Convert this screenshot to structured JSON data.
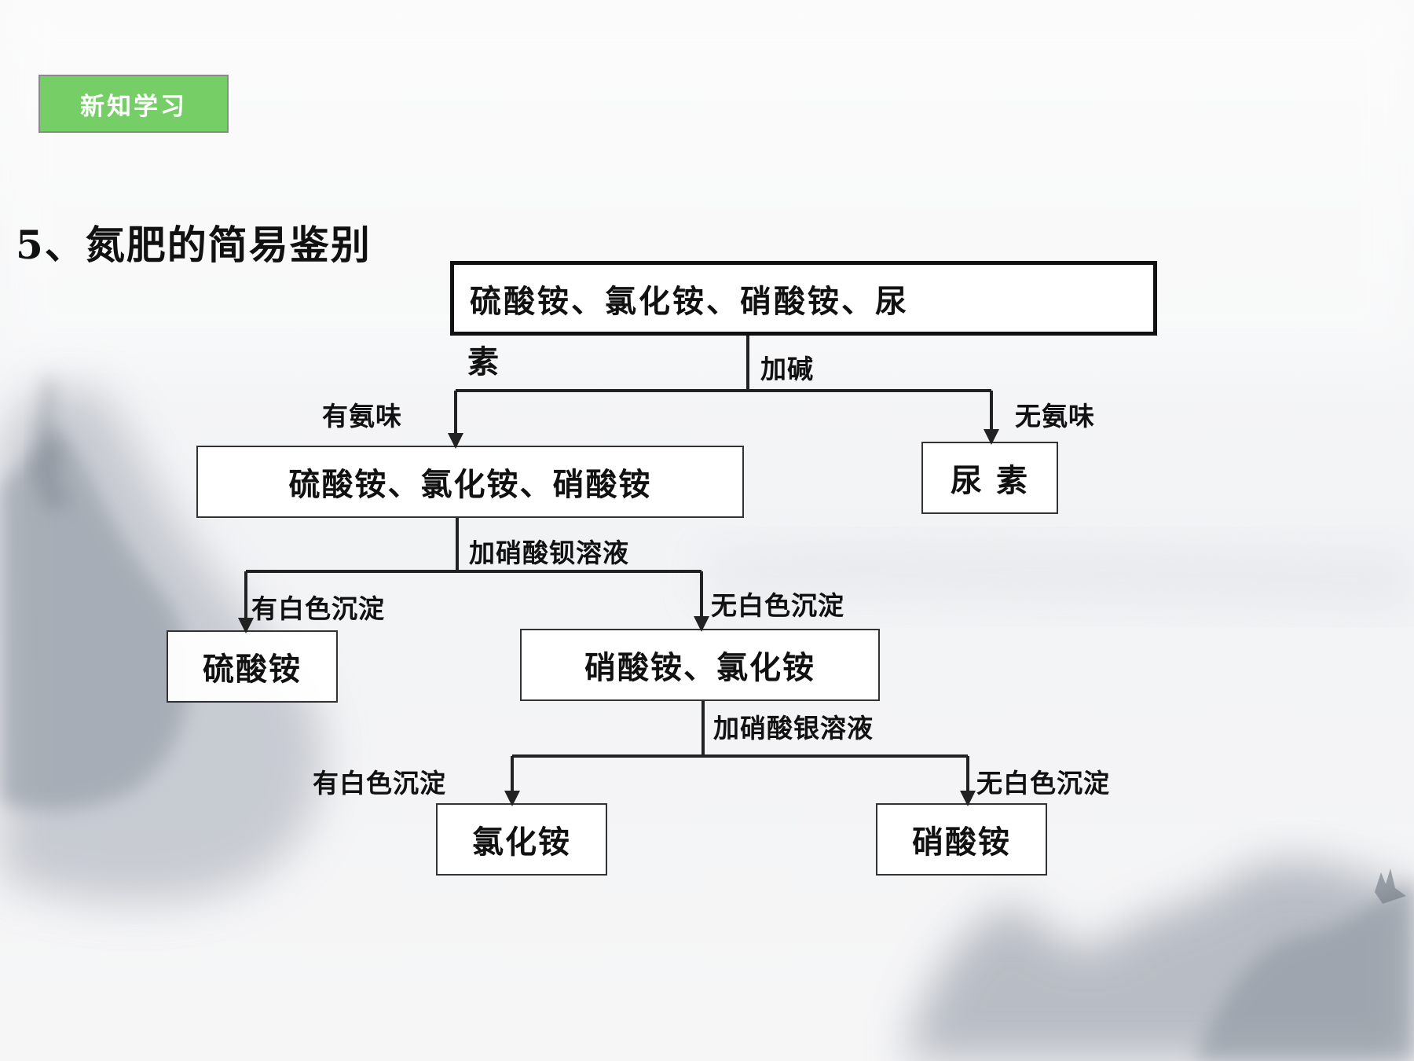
{
  "badge": {
    "label": "新知学习"
  },
  "title": "5、氮肥的简易鉴别",
  "nodes": {
    "root": {
      "line1": "硫酸铵、氯化铵、硝酸铵、尿",
      "line2": "素"
    },
    "three": "硫酸铵、氯化铵、硝酸铵",
    "urea": "尿 素",
    "ammonium_sulfate": "硫酸铵",
    "nitrate_chloride": "硝酸铵、氯化铵",
    "ammonium_chloride": "氯化铵",
    "ammonium_nitrate": "硝酸铵"
  },
  "edges": {
    "add_base": "加碱",
    "ammonia_smell": "有氨味",
    "no_ammonia_smell": "无氨味",
    "add_barium_nitrate": "加硝酸钡溶液",
    "white_precipitate_1": "有白色沉淀",
    "no_white_precipitate_1": "无白色沉淀",
    "add_silver_nitrate": "加硝酸银溶液",
    "white_precipitate_2": "有白色沉淀",
    "no_white_precipitate_2": "无白色沉淀"
  }
}
